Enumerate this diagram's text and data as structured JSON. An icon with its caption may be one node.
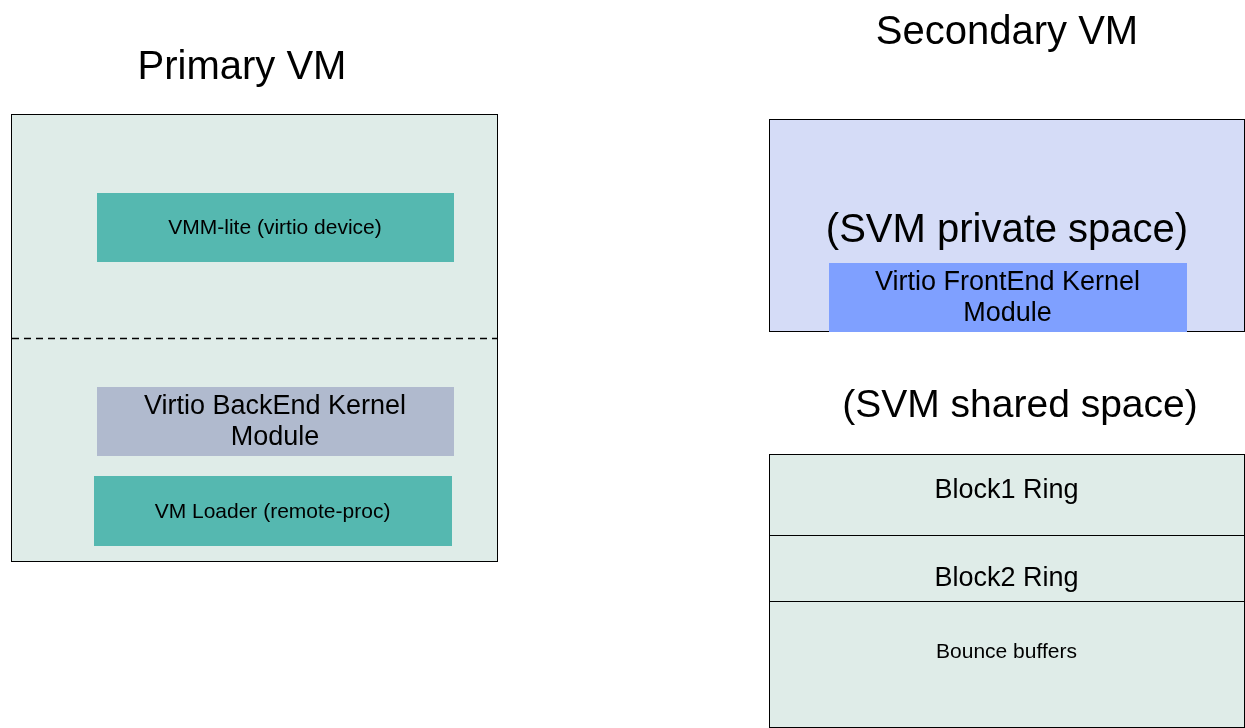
{
  "diagram": {
    "nodes": [
      {
        "text": [
          "Primary VM"
        ]
      },
      {
        "text": [
          "VMM-lite (virtio device)"
        ],
        "in": 0
      },
      {
        "text": [
          "Virtio BackEnd Kernel Module"
        ],
        "in": 0
      },
      {
        "text": [
          "VM Loader (remote-proc)"
        ],
        "in": 0
      },
      {
        "text": [
          "(SVM private space)"
        ]
      },
      {
        "text": [
          "Virtio FrontEnd Kernel Module"
        ],
        "in": 4
      },
      {
        "text": [
          "(SVM shared space)"
        ]
      },
      {
        "text": [
          "Block1 Ring"
        ],
        "in": 6
      },
      {
        "text": [
          "Block2 Ring"
        ],
        "in": 6
      },
      {
        "text": [
          "Bounce buffers"
        ],
        "in": 6
      }
    ],
    "edges": [],
    "labels": [
      "Secondary VM"
    ]
  }
}
